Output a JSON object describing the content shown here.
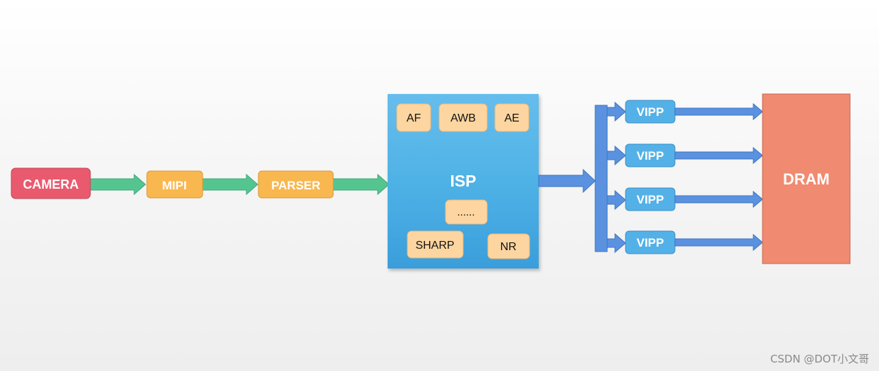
{
  "nodes": {
    "camera": "CAMERA",
    "mipi": "MIPI",
    "parser": "PARSER",
    "isp": "ISP",
    "isp_modules": {
      "af": "AF",
      "awb": "AWB",
      "ae": "AE",
      "more": "......",
      "sharp": "SHARP",
      "nr": "NR"
    },
    "vipp": [
      "VIPP",
      "VIPP",
      "VIPP",
      "VIPP"
    ],
    "dram": "DRAM"
  },
  "watermark": "CSDN @DOT小文哥",
  "colors": {
    "camera": "#e95a6e",
    "mipi_parser": "#f9b74f",
    "isp_top": "#65bcec",
    "isp_bottom": "#3a9edb",
    "isp_module": "#fdd5a0",
    "vipp": "#54b1e7",
    "dram": "#f08a70",
    "green_arrow": "#55c590",
    "blue_arrow": "#5a92e0"
  }
}
